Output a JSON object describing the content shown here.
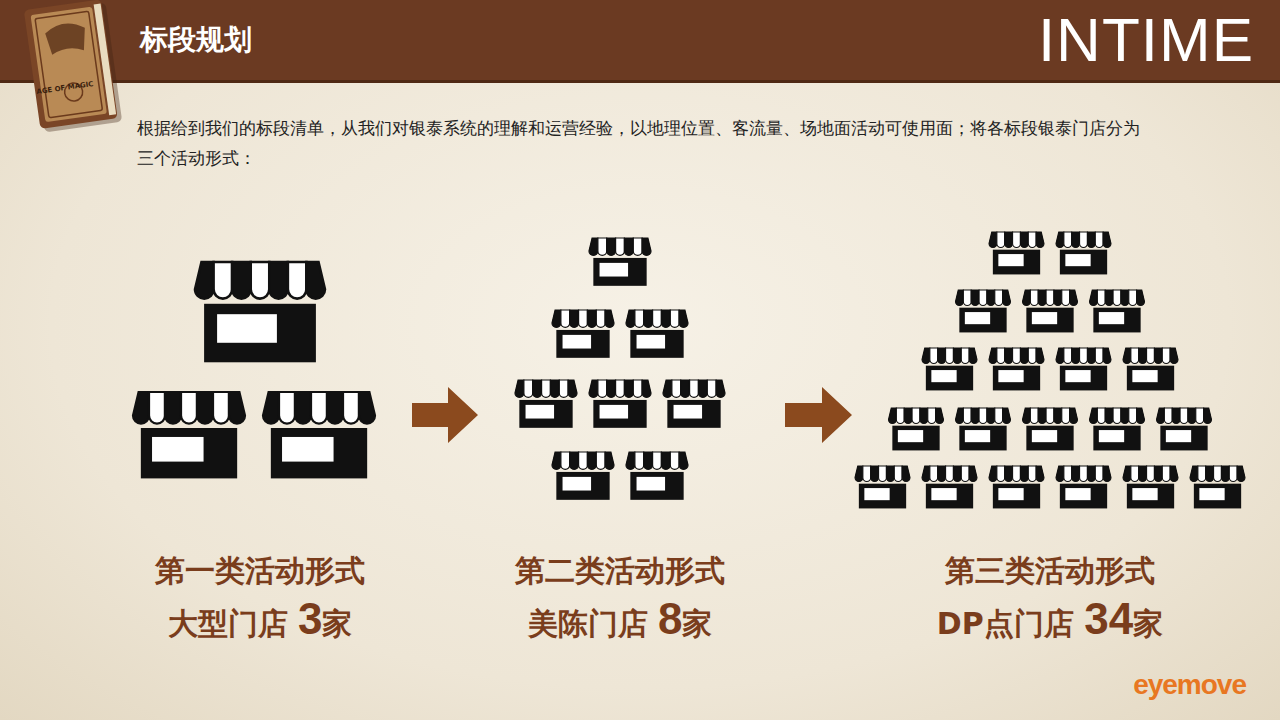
{
  "diagram": {
    "title": "标段规划",
    "nodes": [
      {
        "text": [
          "第一类活动形式",
          "大型门店 3家"
        ]
      },
      {
        "text": [
          "第二类活动形式",
          "美陈门店 8家"
        ]
      },
      {
        "text": [
          "第三类活动形式",
          "DP点门店 34家"
        ]
      }
    ],
    "edges": [
      {
        "from": 0,
        "to": 1,
        "arrow": "to"
      },
      {
        "from": 1,
        "to": 2,
        "arrow": "to"
      }
    ],
    "labels": [
      "INTIME",
      "根据给到我们的标段清单，从我们对银泰系统的理解和运营经验，以地理位置、客流量、场地面活动可使用面；将各标段银泰门店分为三个活动形式：",
      "AGE OF MAGIC",
      "eyemove"
    ]
  }
}
